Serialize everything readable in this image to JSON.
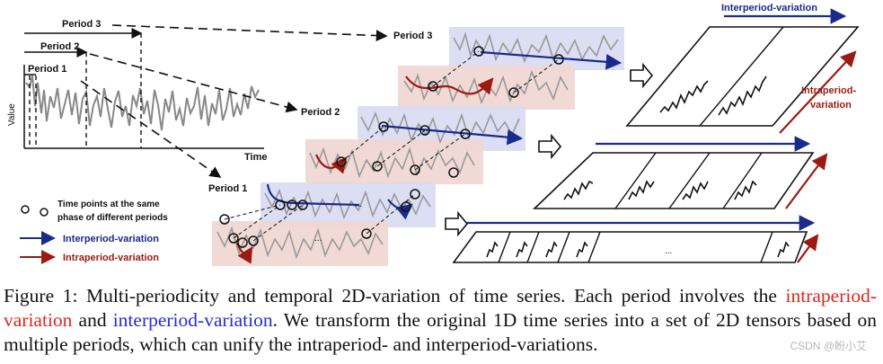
{
  "figure": {
    "period_labels": [
      "Period 3",
      "Period 2",
      "Period 1"
    ],
    "stack_labels": [
      "Period 3",
      "Period 2",
      "Period 1"
    ],
    "axis_value_label": "Value",
    "axis_time_label": "Time",
    "legend": {
      "circles_line1": "Time points at the same",
      "circles_line2": "phase of different periods",
      "inter": "Interperiod-variation",
      "intra": "Intraperiod-variation"
    },
    "right_labels": {
      "interperiod": "Interperiod-variation",
      "intraperiod_line1": "Intraperiod-",
      "intraperiod_line2": "variation",
      "ellipsis": "...",
      "stack_ellipsis": "..."
    },
    "colors": {
      "blue": "#1a2a8c",
      "red": "#9b1b12",
      "blue_panel": "#d8dcf2",
      "red_panel": "#f0d6d2"
    }
  },
  "caption": {
    "prefix": "Figure 1: Multi-periodicity and temporal 2D-variation of time series. Each period involves the ",
    "intra": "intraperiod-variation",
    "and": " and ",
    "inter": "interperiod-variation",
    "suffix": ". We transform the original 1D time series into a set of 2D tensors based on multiple periods, which can unify the intraperiod- and interperiod-variations."
  },
  "watermark": "CSDN @盼小艾"
}
